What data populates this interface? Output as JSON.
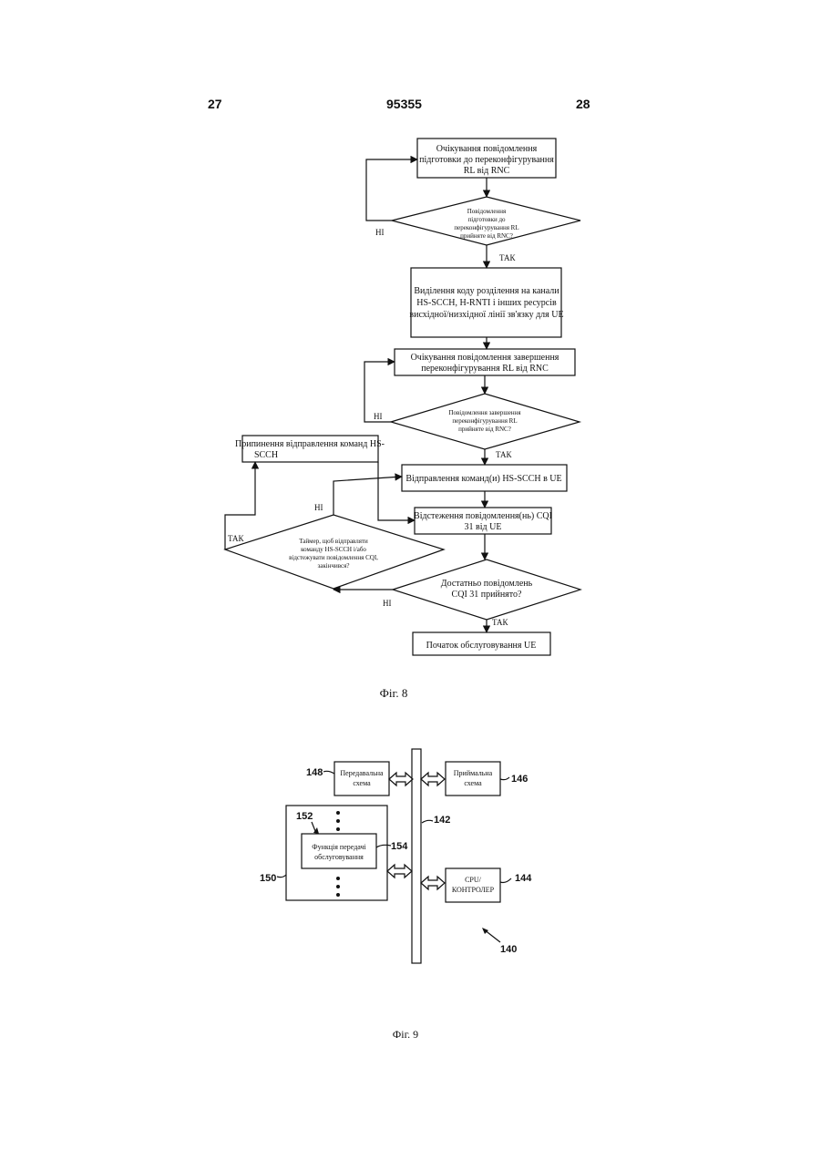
{
  "header": {
    "left_page": "27",
    "patent_number": "95355",
    "right_page": "28"
  },
  "fig8": {
    "box_wait_prepare": [
      "Очікування повідомлення",
      "підготовки до переконфігурування",
      "RL від RNC"
    ],
    "decision_prepare": [
      "Повідомлення",
      "підготовки до",
      "переконфігурування RL",
      "прийняте від RNC?"
    ],
    "box_allocate": [
      "Виділення коду розділення на канали",
      "HS-SCCH, H-RNTI і інших ресурсів",
      "висхідної/низхідної лінії зв'язку для UE"
    ],
    "box_wait_complete": [
      "Очікування повідомлення завершення",
      "переконфігурування RL від RNC"
    ],
    "decision_complete": [
      "Повідомлення завершення",
      "переконфігурування RL",
      "прийняте від RNC?"
    ],
    "box_stop_sending": [
      "Припинення відправлення команд HS-",
      "SCCH"
    ],
    "box_send_commands": "Відправлення команд(и) HS-SCCH в UE",
    "box_monitor_cqi": [
      "Відстеження повідомлення(нь) CQI",
      "31 від UE"
    ],
    "decision_timer": [
      "Таймер, щоб відправляти",
      "команду HS-SCCH і/або",
      "відстежувати повідомлення CQI,",
      "закінчився?"
    ],
    "decision_enough_cqi": [
      "Достатньо повідомлень",
      "CQI 31 прийнято?"
    ],
    "box_start_service": "Початок обслуговування UE",
    "label_no": "НІ",
    "label_yes": "ТАК",
    "caption": "Фіг. 8"
  },
  "fig9": {
    "transmit_circuit": [
      "Передавальна",
      "схема"
    ],
    "receive_circuit": [
      "Приймальна",
      "схема"
    ],
    "handover_function": [
      "Функція передачі",
      "обслуговування"
    ],
    "cpu_controller": [
      "CPU/",
      "КОНТРОЛЕР"
    ],
    "ref_148": "148",
    "ref_146": "146",
    "ref_152": "152",
    "ref_142": "142",
    "ref_154": "154",
    "ref_150": "150",
    "ref_144": "144",
    "ref_140": "140",
    "caption": "Фіг. 9"
  }
}
